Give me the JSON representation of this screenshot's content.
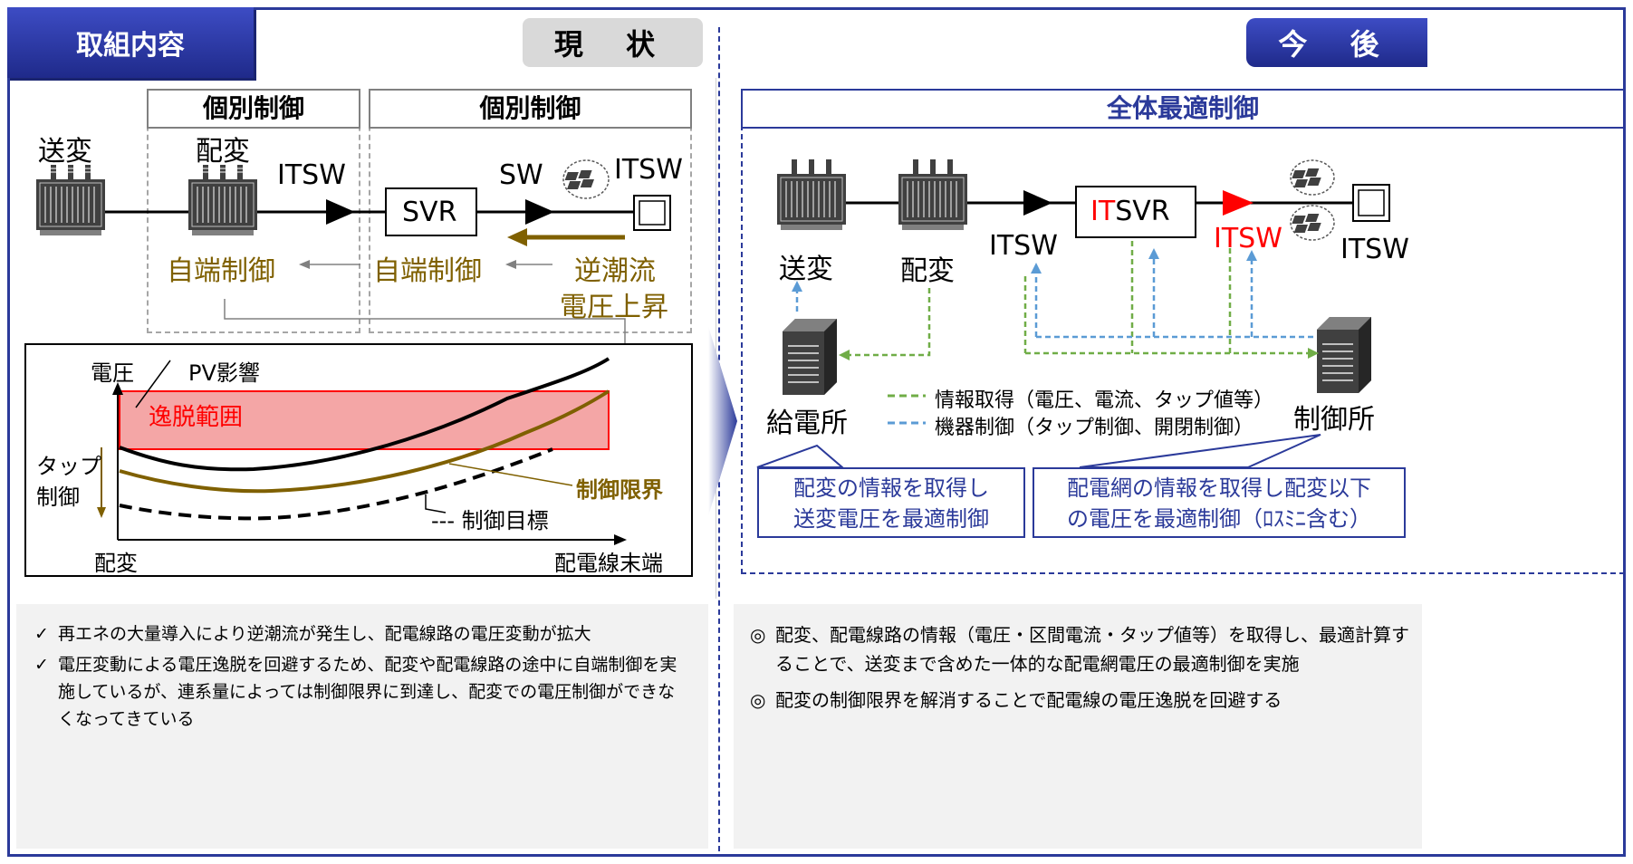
{
  "header": {
    "tag": "取組内容",
    "current": "現 状",
    "future": "今 後"
  },
  "current": {
    "box1_title": "個別制御",
    "box2_title": "個別制御",
    "sohen": "送変",
    "haihen": "配変",
    "itsw1": "ITSW",
    "svr": "SVR",
    "sw": "SW",
    "itsw2": "ITSW",
    "jitan1": "自端制御",
    "jitan2": "自端制御",
    "gyaku": "逆潮流",
    "denatsu_up": "電圧上昇",
    "chart": {
      "voltage": "電圧",
      "pv": "PV影響",
      "band": "逸脱範囲",
      "tap1": "タップ",
      "tap2": "制御",
      "limit": "制御限界",
      "target": "制御目標",
      "x_start": "配変",
      "x_end": "配電線末端"
    },
    "bullets": [
      "再エネの大量導入により逆潮流が発生し、配電線路の電圧変動が拡大",
      "電圧変動による電圧逸脱を回避するため、配変や配電線路の途中に自端制御を実施しているが、連系量によっては制御限界に到達し、配変での電圧制御ができなくなってきている"
    ]
  },
  "future": {
    "title": "全体最適制御",
    "sohen": "送変",
    "haihen": "配変",
    "itsw1": "ITSW",
    "itsvr_red": "IT",
    "itsvr_black": "SVR",
    "itsw_red": "ITSW",
    "itsw3": "ITSW",
    "kyuden": "給電所",
    "seigyo": "制御所",
    "legend_green": "情報取得（電圧、電流、タップ値等）",
    "legend_blue": "機器制御（タップ制御、開閉制御）",
    "callout1": [
      "配変の情報を取得し",
      "送変電圧を最適制御"
    ],
    "callout2": [
      "配電網の情報を取得し配変以下",
      "の電圧を最適制御（ﾛｽﾐﾆ含む）"
    ],
    "bullets": [
      "配変、配電線路の情報（電圧・区間電流・タップ値等）を取得し、最適計算することで、送変まで含めた一体的な配電網電圧の最適制御を実施",
      "配変の制御限界を解消することで配電線の電圧逸脱を回避する"
    ]
  },
  "colors": {
    "navy": "#2b3a9a",
    "gold": "#7f6000",
    "green": "#70ad47",
    "blue": "#5b9bd5",
    "red": "#ff0000",
    "band": "#f4a6a6"
  }
}
